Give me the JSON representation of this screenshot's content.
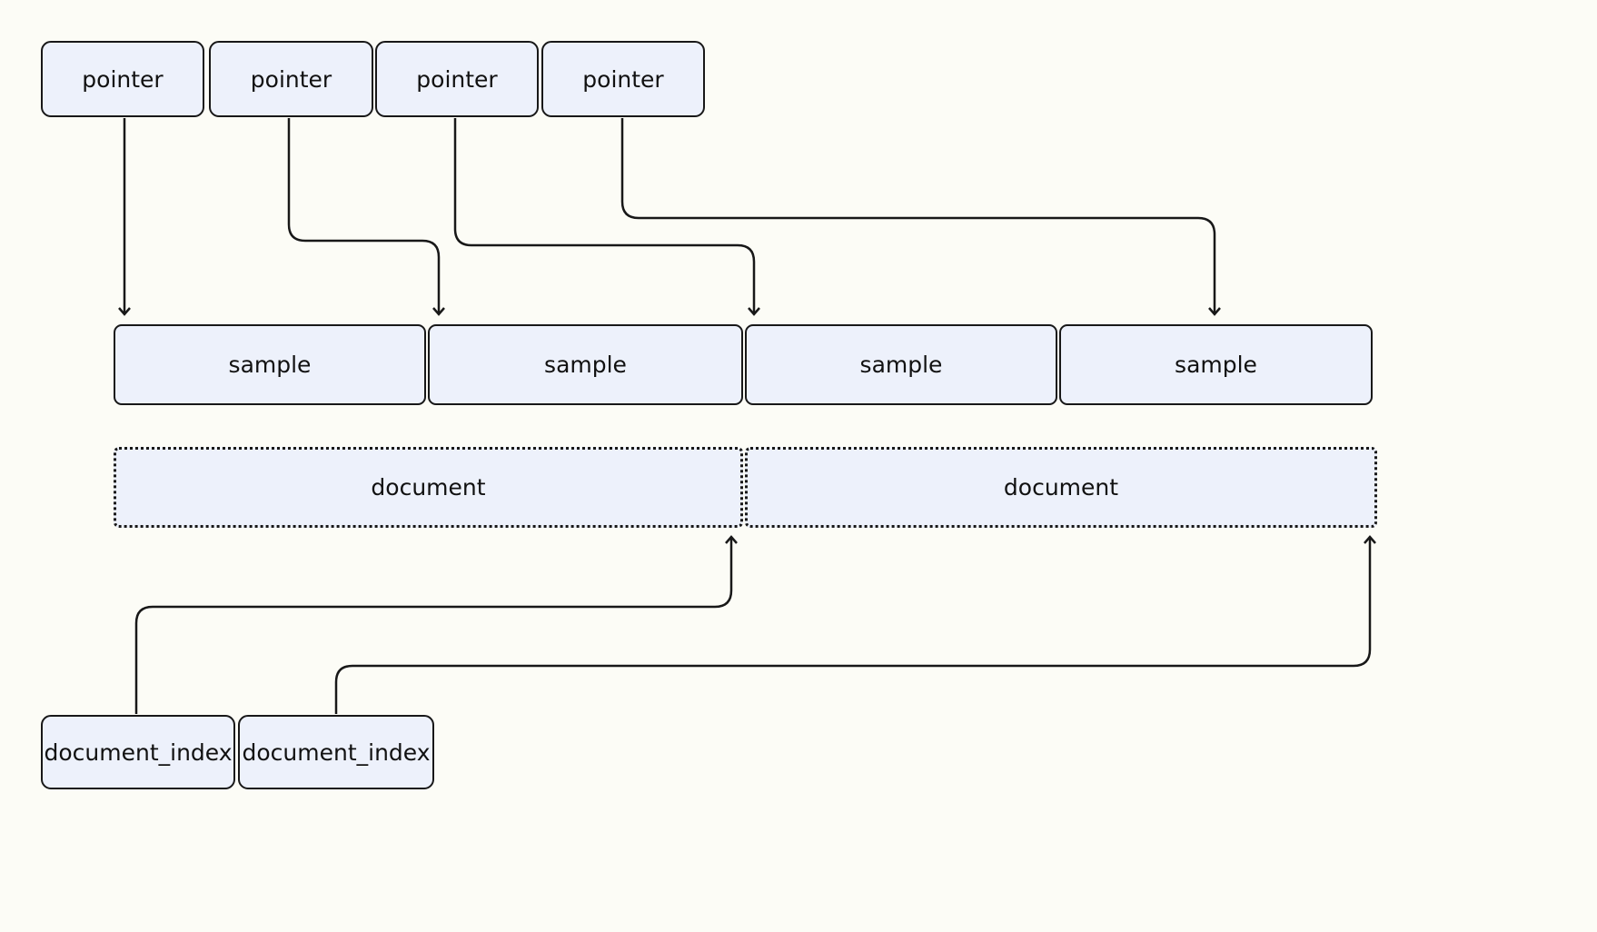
{
  "labels": {
    "pointers": [
      "pointer",
      "pointer",
      "pointer",
      "pointer"
    ],
    "samples": [
      "sample",
      "sample",
      "sample",
      "sample"
    ],
    "documents": [
      "document",
      "document"
    ],
    "document_indexes": [
      "document_index",
      "document_index"
    ]
  },
  "colors": {
    "background": "#fcfcf6",
    "node_fill": "#edf1fb",
    "node_border": "#181818",
    "text": "#111111"
  },
  "edges": [
    {
      "from": "pointer-1",
      "to": "sample-1"
    },
    {
      "from": "pointer-2",
      "to": "sample-2"
    },
    {
      "from": "pointer-3",
      "to": "sample-3"
    },
    {
      "from": "pointer-4",
      "to": "sample-4"
    },
    {
      "from": "document_index-1",
      "to": "document-1"
    },
    {
      "from": "document_index-2",
      "to": "document-2"
    }
  ]
}
